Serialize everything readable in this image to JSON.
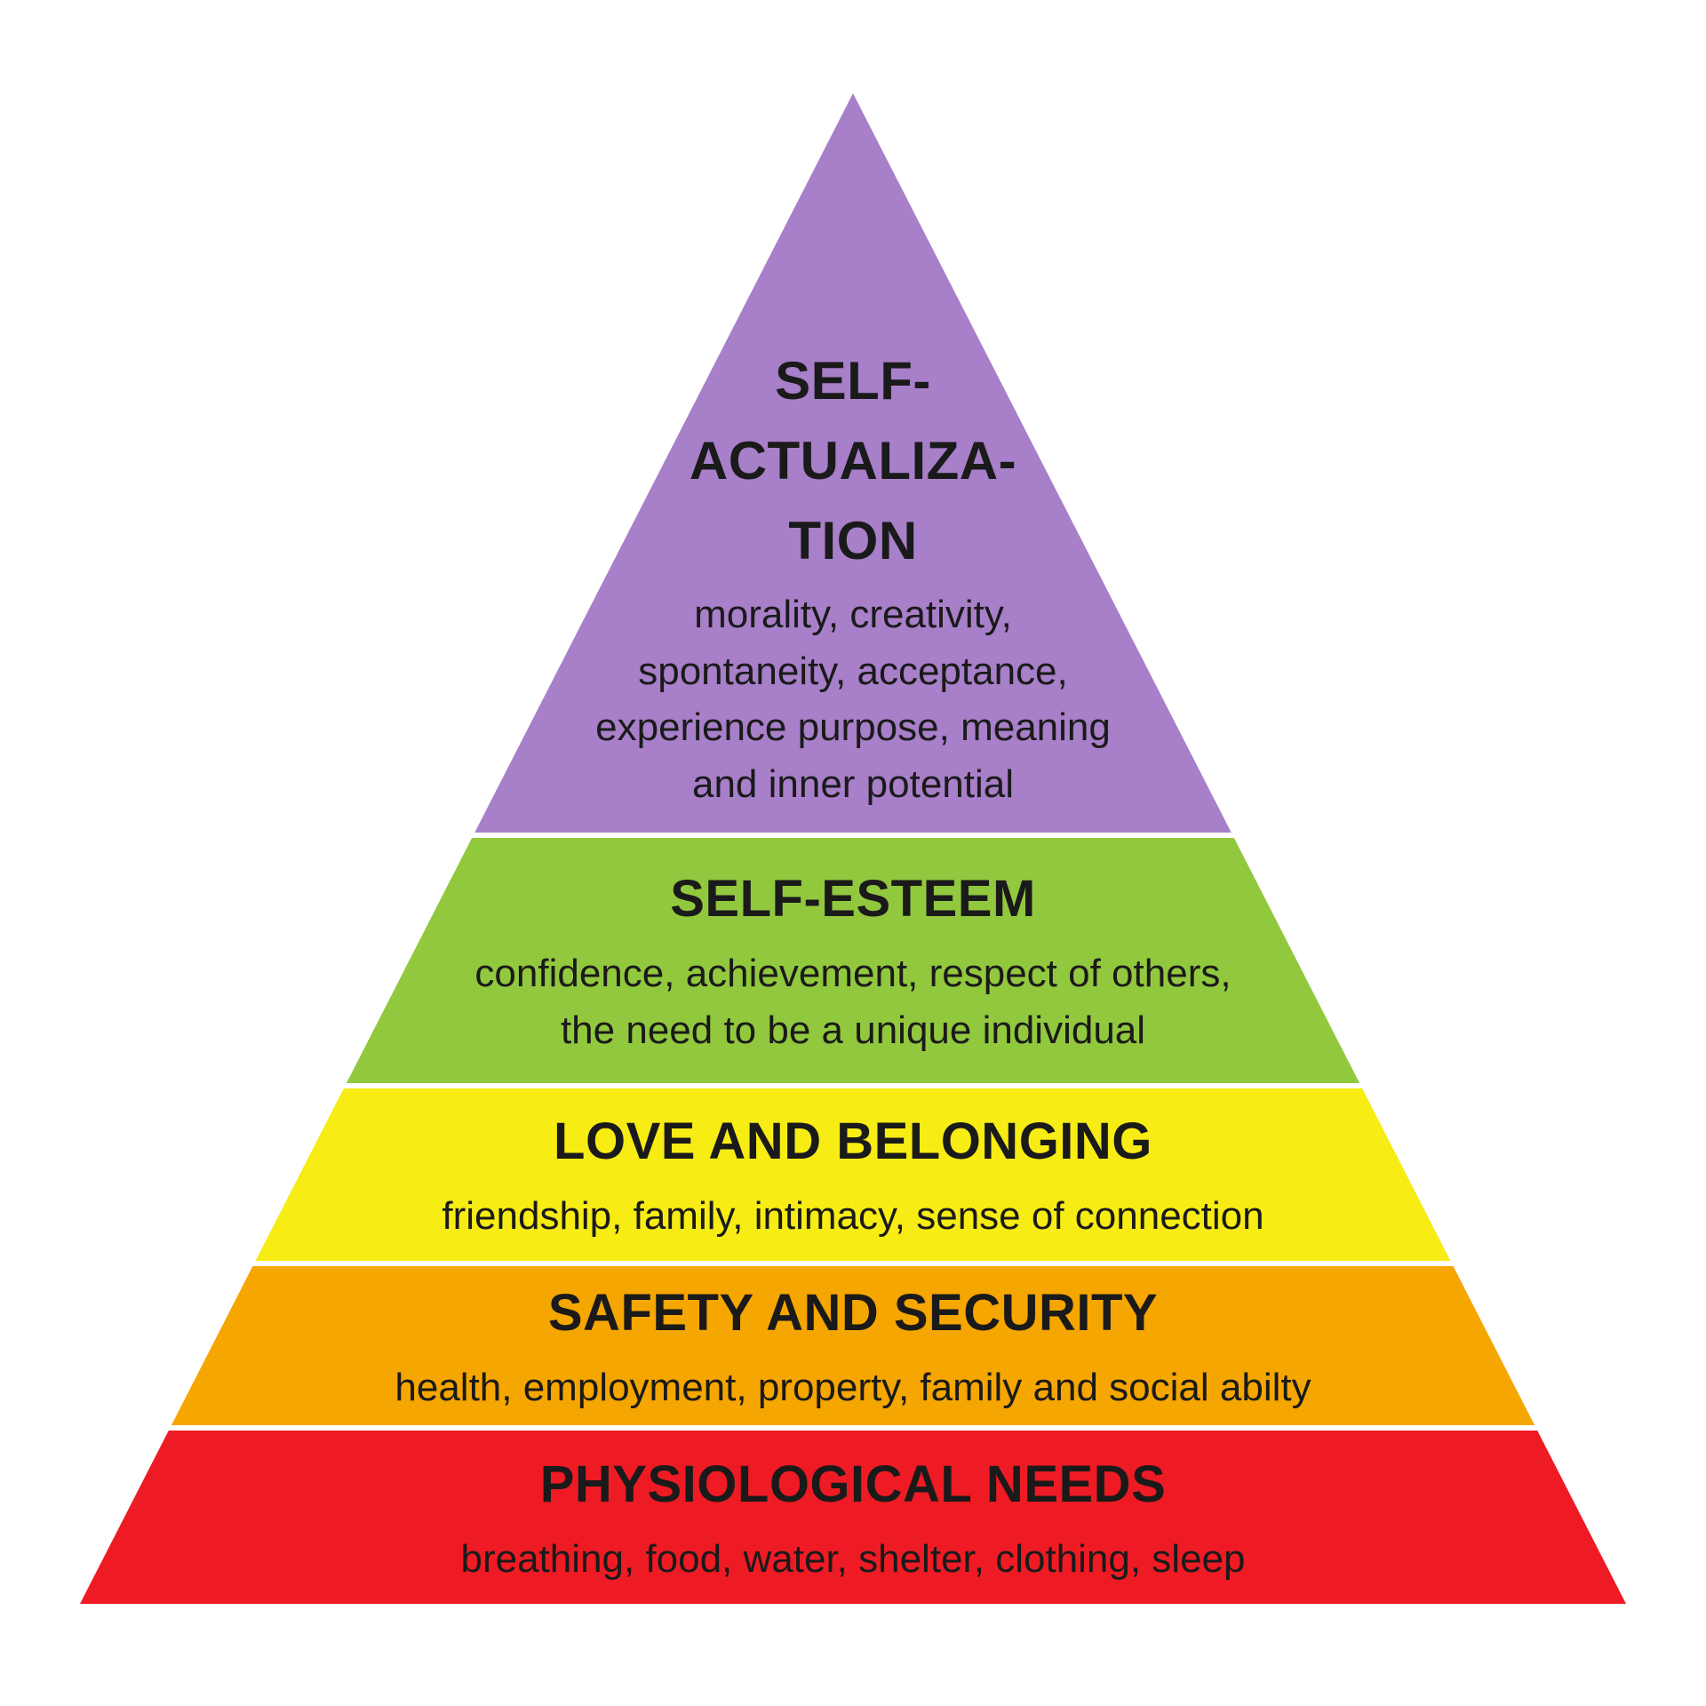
{
  "pyramid": {
    "background": "#ffffff",
    "text_color": "#1a1a1a",
    "levels": [
      {
        "id": "self-actualization",
        "color": "#a87fc9",
        "title_lines": [
          "SELF-",
          "ACTUALIZA-",
          "TION"
        ],
        "desc_lines": [
          "morality, creativity,",
          "spontaneity, acceptance,",
          "experience purpose, meaning",
          "and inner potential"
        ]
      },
      {
        "id": "self-esteem",
        "color": "#92c83e",
        "title_lines": [
          "SELF-ESTEEM"
        ],
        "desc_lines": [
          "confidence, achievement, respect of others,",
          "the need to be a unique individual"
        ]
      },
      {
        "id": "love-and-belonging",
        "color": "#f7ec13",
        "title_lines": [
          "LOVE AND BELONGING"
        ],
        "desc_lines": [
          "friendship, family, intimacy, sense of connection"
        ]
      },
      {
        "id": "safety-and-security",
        "color": "#f6a600",
        "title_lines": [
          "SAFETY AND SECURITY"
        ],
        "desc_lines": [
          "health, employment, property, family and social abilty"
        ]
      },
      {
        "id": "physiological-needs",
        "color": "#ee1b24",
        "title_lines": [
          "PHYSIOLOGICAL NEEDS"
        ],
        "desc_lines": [
          "breathing, food, water, shelter, clothing, sleep"
        ]
      }
    ]
  }
}
